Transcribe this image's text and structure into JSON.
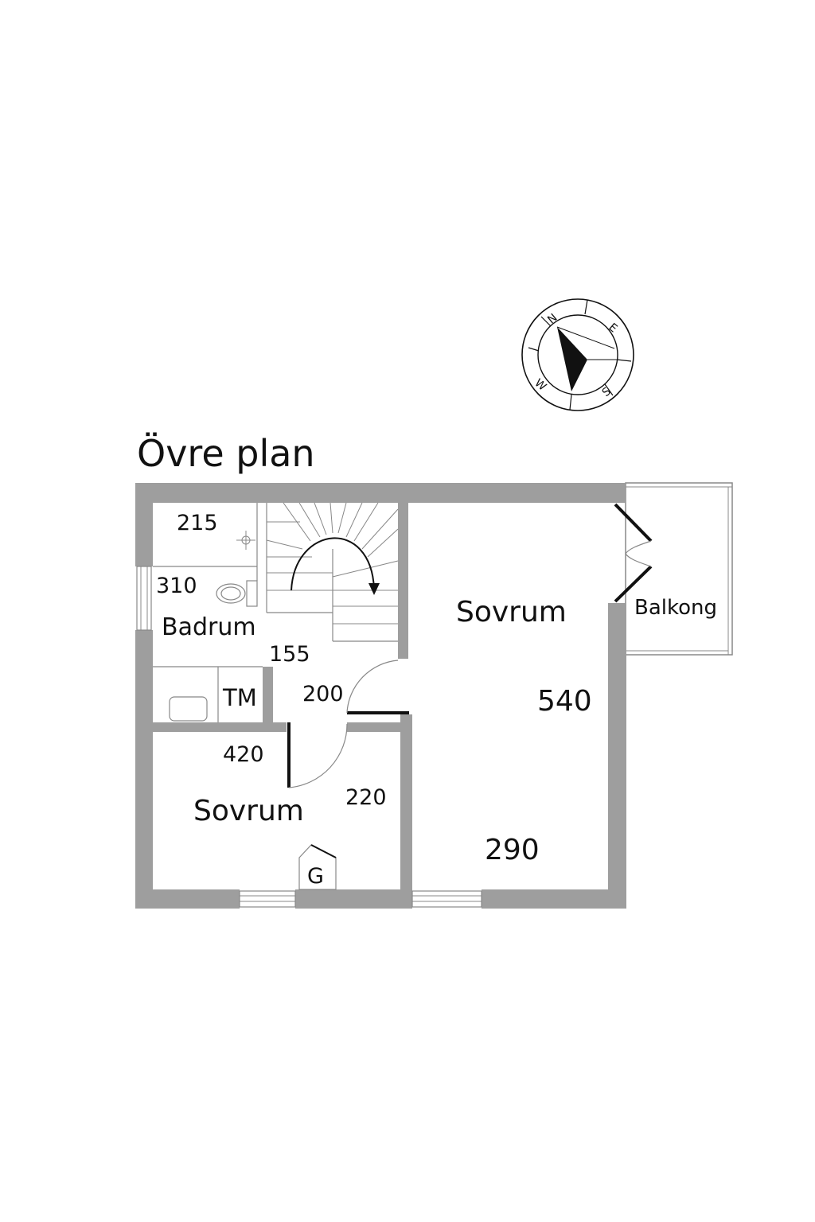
{
  "plan_title": "Övre plan",
  "compass": {
    "north": "N",
    "east": "E",
    "south": "S",
    "west": "W"
  },
  "rooms": {
    "bathroom": "Badrum",
    "bedroom_large": "Sovrum",
    "bedroom_small": "Sovrum",
    "balcony": "Balkong",
    "laundry": "TM",
    "wardrobe": "G"
  },
  "dimensions": {
    "bath_width": "215",
    "bath_depth": "310",
    "hall_155": "155",
    "hall_200": "200",
    "small_bed_width": "420",
    "small_bed_depth": "220",
    "large_bed_length": "540",
    "large_bed_width": "290"
  },
  "colors": {
    "wall": "#9e9e9e",
    "line": "#111111",
    "thin_line": "#888888"
  }
}
